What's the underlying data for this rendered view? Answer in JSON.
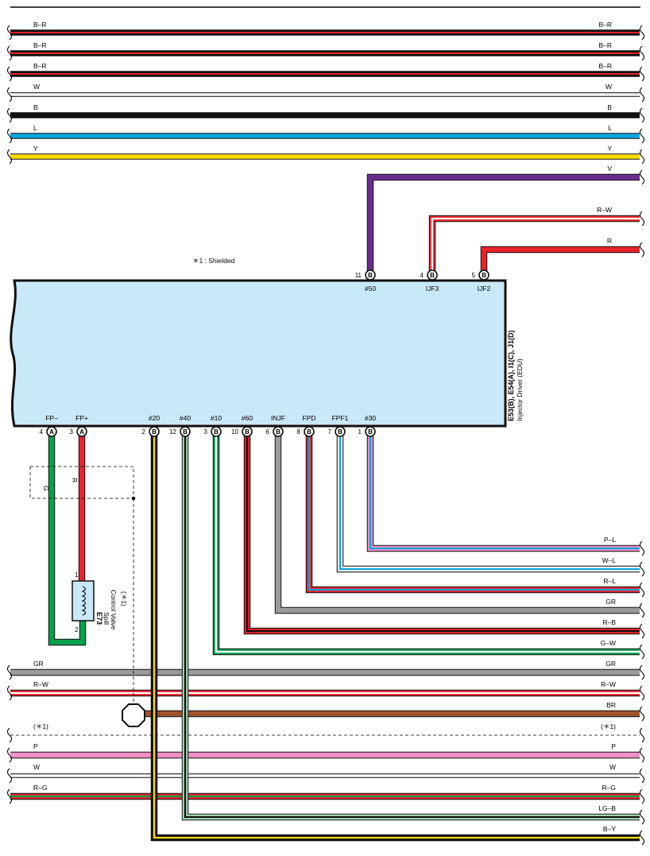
{
  "top_wires": [
    {
      "label": "B–R",
      "base": "#111111",
      "stripe": "#e8232a"
    },
    {
      "label": "B–R",
      "base": "#111111",
      "stripe": "#e8232a"
    },
    {
      "label": "B–R",
      "base": "#111111",
      "stripe": "#e8232a"
    },
    {
      "label": "W",
      "base": "#ffffff",
      "stripe": null
    },
    {
      "label": "B",
      "base": "#111111",
      "stripe": null
    },
    {
      "label": "L",
      "base": "#0aa4e0",
      "stripe": null
    },
    {
      "label": "Y",
      "base": "#ffdd00",
      "stripe": null
    }
  ],
  "right_top_wires": [
    {
      "label": "V",
      "base": "#6a2d8f",
      "stripe": null
    },
    {
      "label": "R–W",
      "base": "#e8232a",
      "stripe": "#ffffff"
    },
    {
      "label": "R",
      "base": "#e8232a",
      "stripe": null
    }
  ],
  "shield_note": "＊1 : Shielded",
  "ecu": {
    "id_label": "E53(B), E54(A), I1(C), J1(D)",
    "name_label": "Injector Driver (EDU)",
    "top_pins": [
      {
        "num": "11",
        "conn": "B",
        "name": "#50"
      },
      {
        "num": "4",
        "conn": "B",
        "name": "IJF3"
      },
      {
        "num": "5",
        "conn": "B",
        "name": "IJF2"
      }
    ],
    "bottom_pins": [
      {
        "num": "4",
        "conn": "A",
        "name": "FP–"
      },
      {
        "num": "3",
        "conn": "A",
        "name": "FP+"
      },
      {
        "num": "2",
        "conn": "B",
        "name": "#20"
      },
      {
        "num": "12",
        "conn": "B",
        "name": "#40"
      },
      {
        "num": "3",
        "conn": "B",
        "name": "#10"
      },
      {
        "num": "10",
        "conn": "B",
        "name": "#60"
      },
      {
        "num": "6",
        "conn": "B",
        "name": "INJF"
      },
      {
        "num": "8",
        "conn": "B",
        "name": "FPD"
      },
      {
        "num": "7",
        "conn": "B",
        "name": "FPF1"
      },
      {
        "num": "1",
        "conn": "B",
        "name": "#30"
      }
    ]
  },
  "spill_valve": {
    "id": "E73",
    "name_line1": "Spill",
    "name_line2": "Control Valve",
    "note": "(＊1)",
    "pin_top": "1",
    "pin_bottom": "2",
    "wire_left": "G",
    "wire_right": "R"
  },
  "right_mid_wires": [
    {
      "label": "P–L",
      "base": "#f28fc4",
      "stripe": "#0aa4e0"
    },
    {
      "label": "W–L",
      "base": "#ffffff",
      "stripe": "#0aa4e0"
    },
    {
      "label": "R–L",
      "base": "#e8232a",
      "stripe": "#0aa4e0"
    },
    {
      "label": "GR",
      "base": "#9b9b9b",
      "stripe": null
    },
    {
      "label": "R–B",
      "base": "#e8232a",
      "stripe": "#111111"
    },
    {
      "label": "G–W",
      "base": "#0aa04b",
      "stripe": "#ffffff"
    }
  ],
  "bottom_wires": [
    {
      "label_left": "GR",
      "label_right": "GR",
      "base": "#9b9b9b",
      "stripe": null
    },
    {
      "label_left": "R–W",
      "label_right": "R–W",
      "base": "#e8232a",
      "stripe": "#ffffff"
    },
    {
      "label_left": "",
      "label_right": "BR",
      "base": "#a0522d",
      "stripe": null
    },
    {
      "label_left": "(＊1)",
      "label_right": "(＊1)",
      "base": "dashed",
      "stripe": null
    },
    {
      "label_left": "P",
      "label_right": "P",
      "base": "#f28fc4",
      "stripe": null
    },
    {
      "label_left": "W",
      "label_right": "W",
      "base": "#ffffff",
      "stripe": null
    },
    {
      "label_left": "R–G",
      "label_right": "R–G",
      "base": "#e8232a",
      "stripe": "#0aa04b"
    },
    {
      "label_left": "",
      "label_right": "LG–B",
      "base": "#a8e0b8",
      "stripe": "#111111"
    },
    {
      "label_left": "",
      "label_right": "B–Y",
      "base": "#111111",
      "stripe": "#ffdd00"
    }
  ],
  "colors": {
    "ecu_fill": "#c9e8f8",
    "ecu_stroke": "#111111",
    "valve_fill": "#c9e8f8"
  }
}
